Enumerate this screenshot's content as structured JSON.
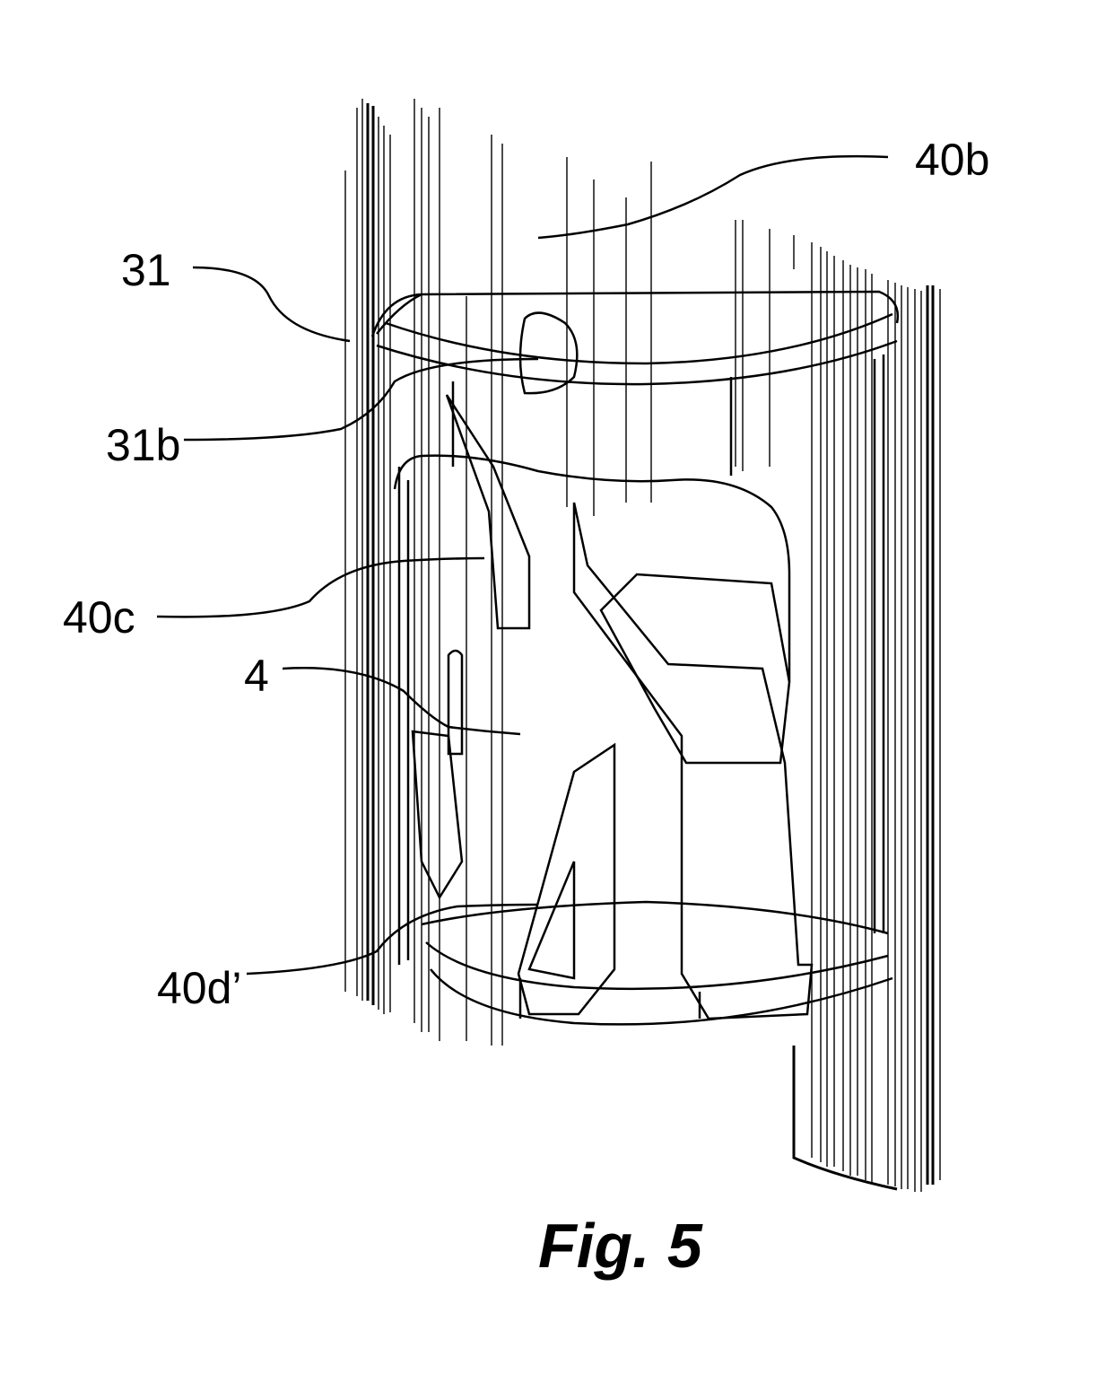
{
  "figure": {
    "caption": "Fig. 5",
    "labels": {
      "l40b": "40b",
      "l31": "31",
      "l31b": "31b",
      "l40c": "40c",
      "l4": "4",
      "l40d": "40d’"
    }
  }
}
